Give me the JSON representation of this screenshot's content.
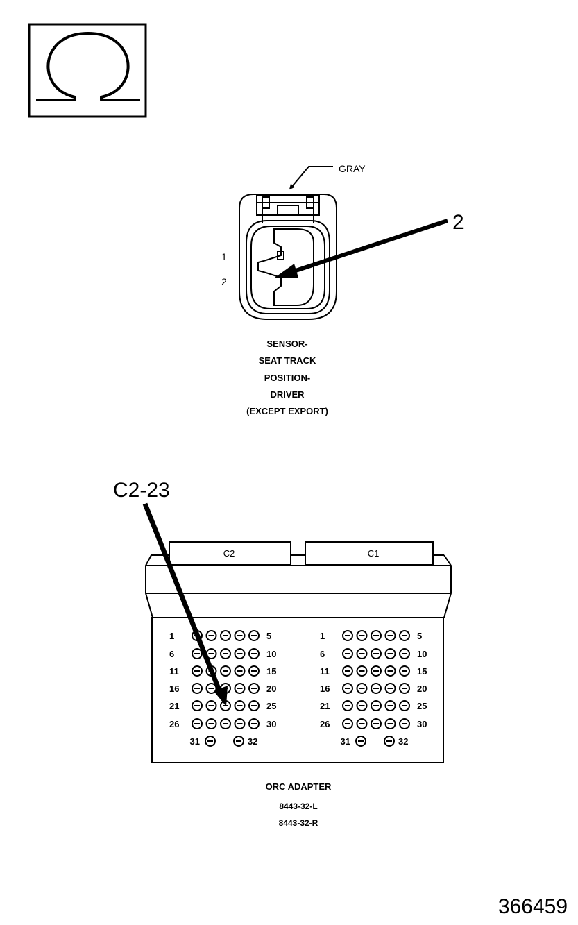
{
  "ohm_symbol": {
    "glyph": "Ω",
    "icon": "ohm-meter-icon"
  },
  "sensor": {
    "wire_color_label": "GRAY",
    "callout": "2",
    "pin_labels": [
      "1",
      "2"
    ],
    "name_lines": [
      "SENSOR-",
      "SEAT TRACK",
      "POSITION-",
      "DRIVER",
      "(EXCEPT EXPORT)"
    ]
  },
  "adapter": {
    "callout": "C2-23",
    "connectors": [
      {
        "name": "C2",
        "rows": [
          [
            "1",
            "5"
          ],
          [
            "6",
            "10"
          ],
          [
            "11",
            "15"
          ],
          [
            "16",
            "20"
          ],
          [
            "21",
            "25"
          ],
          [
            "26",
            "30"
          ]
        ],
        "extra": [
          "31",
          "32"
        ]
      },
      {
        "name": "C1",
        "rows": [
          [
            "1",
            "5"
          ],
          [
            "6",
            "10"
          ],
          [
            "11",
            "15"
          ],
          [
            "16",
            "20"
          ],
          [
            "21",
            "25"
          ],
          [
            "26",
            "30"
          ]
        ],
        "extra": [
          "31",
          "32"
        ]
      }
    ],
    "name_lines": [
      "ORC ADAPTER",
      "8443-32-L",
      "8443-32-R"
    ]
  },
  "figure_number": "366459"
}
